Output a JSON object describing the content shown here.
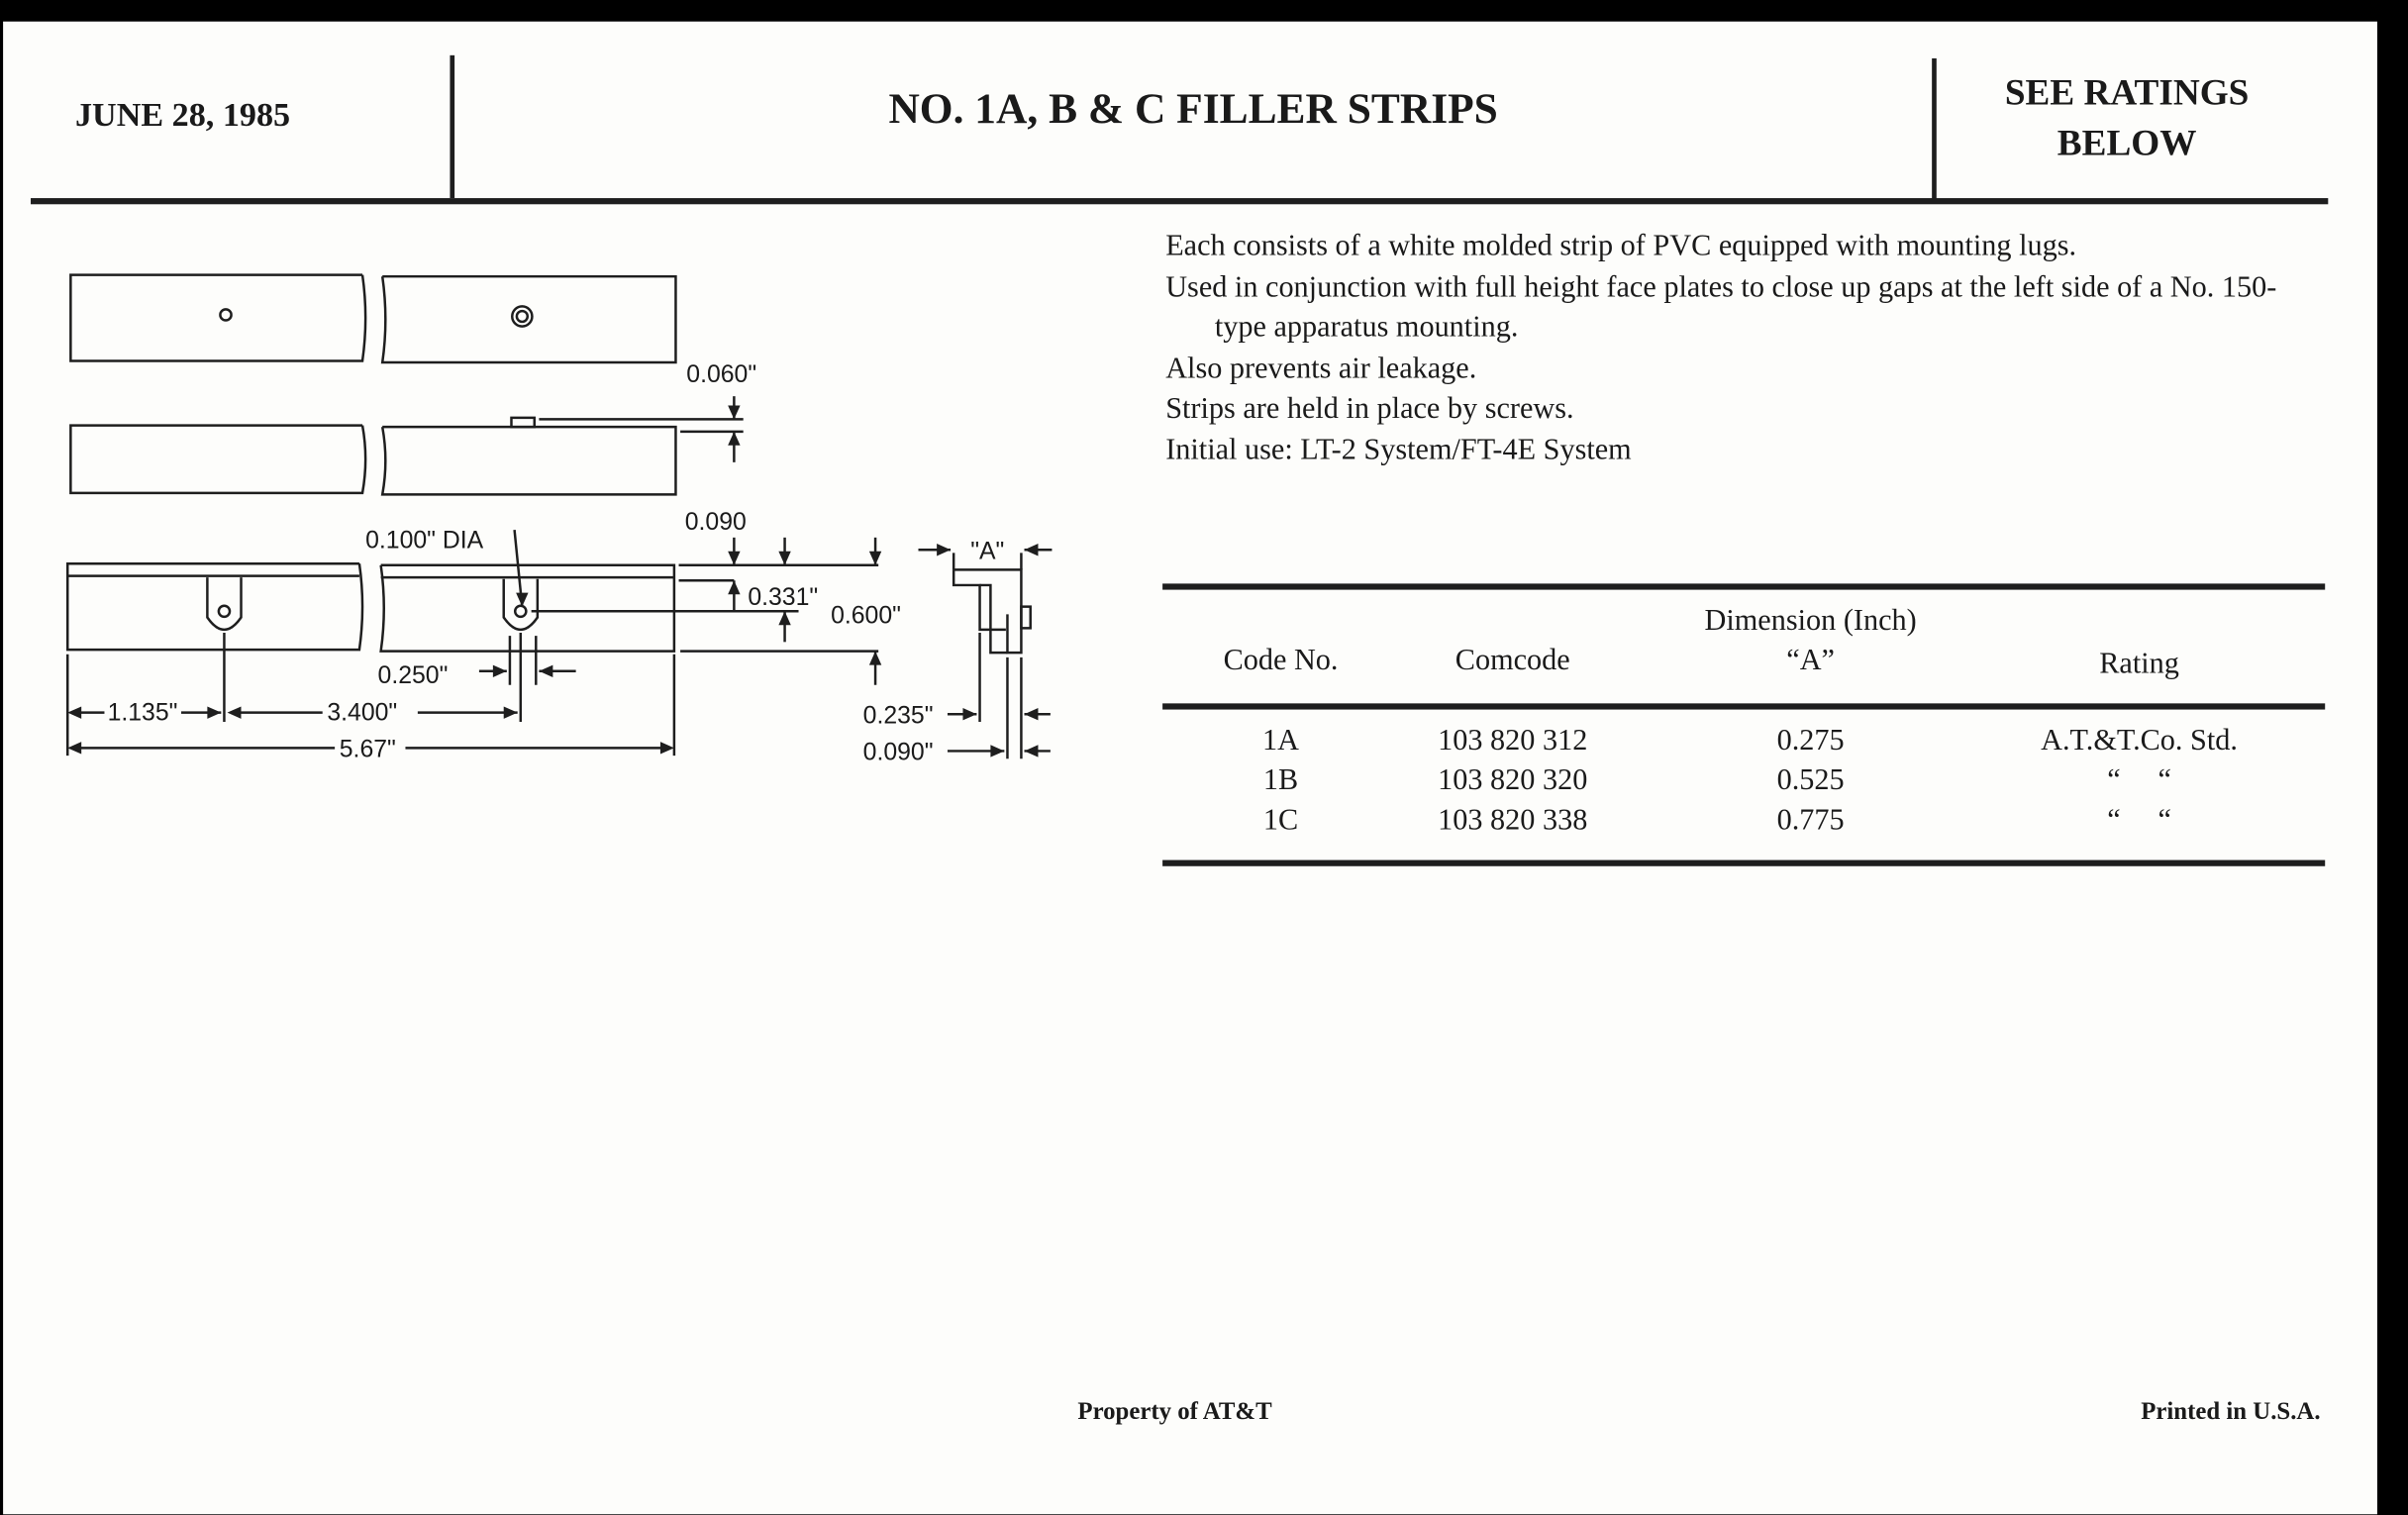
{
  "header": {
    "date": "JUNE 28, 1985",
    "title": "NO. 1A, B & C FILLER STRIPS",
    "ratings_note_line1": "SEE RATINGS",
    "ratings_note_line2": "BELOW"
  },
  "description": [
    "Each consists of a white molded strip of PVC equipped with mounting lugs.",
    "Used in conjunction with full height face plates to close up gaps at the left side of a No. 150-type apparatus mounting.",
    "Also prevents air leakage.",
    "Strips are held in place by screws.",
    "Initial use: LT-2 System/FT-4E System"
  ],
  "drawing": {
    "dim_0060": "0.060\"",
    "dim_0100_dia": "0.100\" DIA",
    "dim_0090_top": "0.090",
    "dim_0331": "0.331\"",
    "dim_0600": "0.600\"",
    "dim_0250": "0.250\"",
    "dim_1135": "1.135\"",
    "dim_3400": "3.400\"",
    "dim_567": "5.67\"",
    "dim_0235": "0.235\"",
    "dim_0090_side": "0.090\"",
    "dim_A": "\"A\""
  },
  "table": {
    "headers": {
      "code": "Code No.",
      "comcode": "Comcode",
      "dimension_line1": "Dimension (Inch)",
      "dimension_line2": "“A”",
      "rating": "Rating"
    },
    "rows": [
      {
        "code": "1A",
        "comcode": "103 820 312",
        "dimension": "0.275",
        "rating": "A.T.&T.Co. Std."
      },
      {
        "code": "1B",
        "comcode": "103 820 320",
        "dimension": "0.525",
        "rating": "“     “"
      },
      {
        "code": "1C",
        "comcode": "103 820 338",
        "dimension": "0.775",
        "rating": "“     “"
      }
    ]
  },
  "footer": {
    "property": "Property of AT&T",
    "printed": "Printed in U.S.A."
  }
}
